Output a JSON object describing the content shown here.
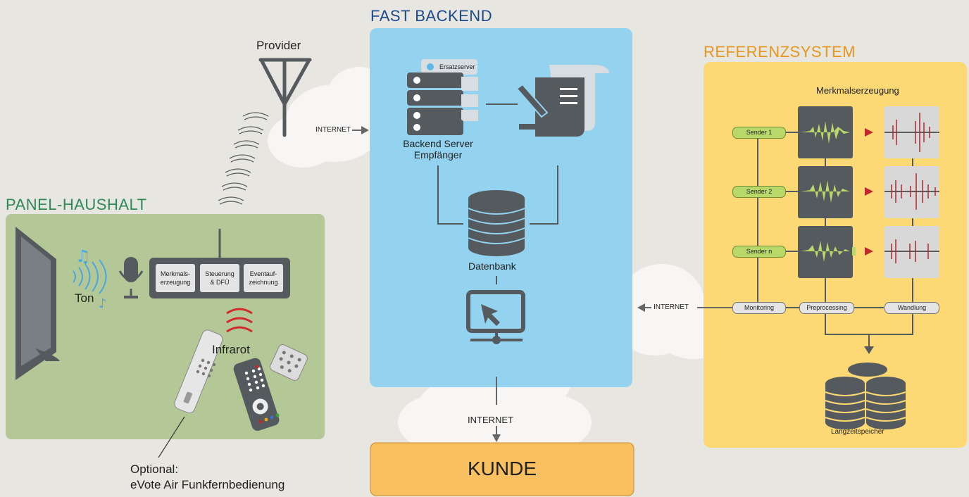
{
  "panels": {
    "fast_backend": "FAST BACKEND",
    "referenzsystem": "REFERENZSYSTEM",
    "panel_haushalt": "PANEL-HAUSHALT"
  },
  "labels": {
    "provider": "Provider",
    "internet_left": "INTERNET",
    "internet_right": "INTERNET",
    "internet_bottom": "INTERNET",
    "ersatzserver": "Ersatzserver",
    "backend_server_1": "Backend Server",
    "backend_server_2": "Empfänger",
    "datenbank": "Datenbank",
    "merkmalserzeugung": "Merkmalserzeugung",
    "ton": "Ton",
    "infrarot": "Infrarot",
    "optional_1": "Optional:",
    "optional_2": "eVote Air Funkfernbedienung",
    "kunde": "KUNDE",
    "langzeitspeicher": "Langzeitspeicher"
  },
  "device_modules": [
    {
      "line1": "Merkmals-",
      "line2": "erzeugung"
    },
    {
      "line1": "Steuerung",
      "line2": "& DFÜ"
    },
    {
      "line1": "Eventauf-",
      "line2": "zeichnung"
    }
  ],
  "senders": [
    "Sender 1",
    "Sender 2",
    "Sender n"
  ],
  "process_steps": [
    "Monitoring",
    "Preprocessing",
    "Wandlung"
  ],
  "colors": {
    "background": "#e8e6e1",
    "fast_backend_box": "#93d3f0",
    "referenz_box": "#fcd974",
    "panel_box": "#b4c796",
    "kunde_box": "#f8c060",
    "fast_backend_title": "#1b4a8a",
    "referenz_title": "#e8961e",
    "panel_title": "#2c8a55",
    "icon_dark": "#555a5e",
    "waveform": "#b8d96a",
    "peak_red": "#b0282c"
  }
}
